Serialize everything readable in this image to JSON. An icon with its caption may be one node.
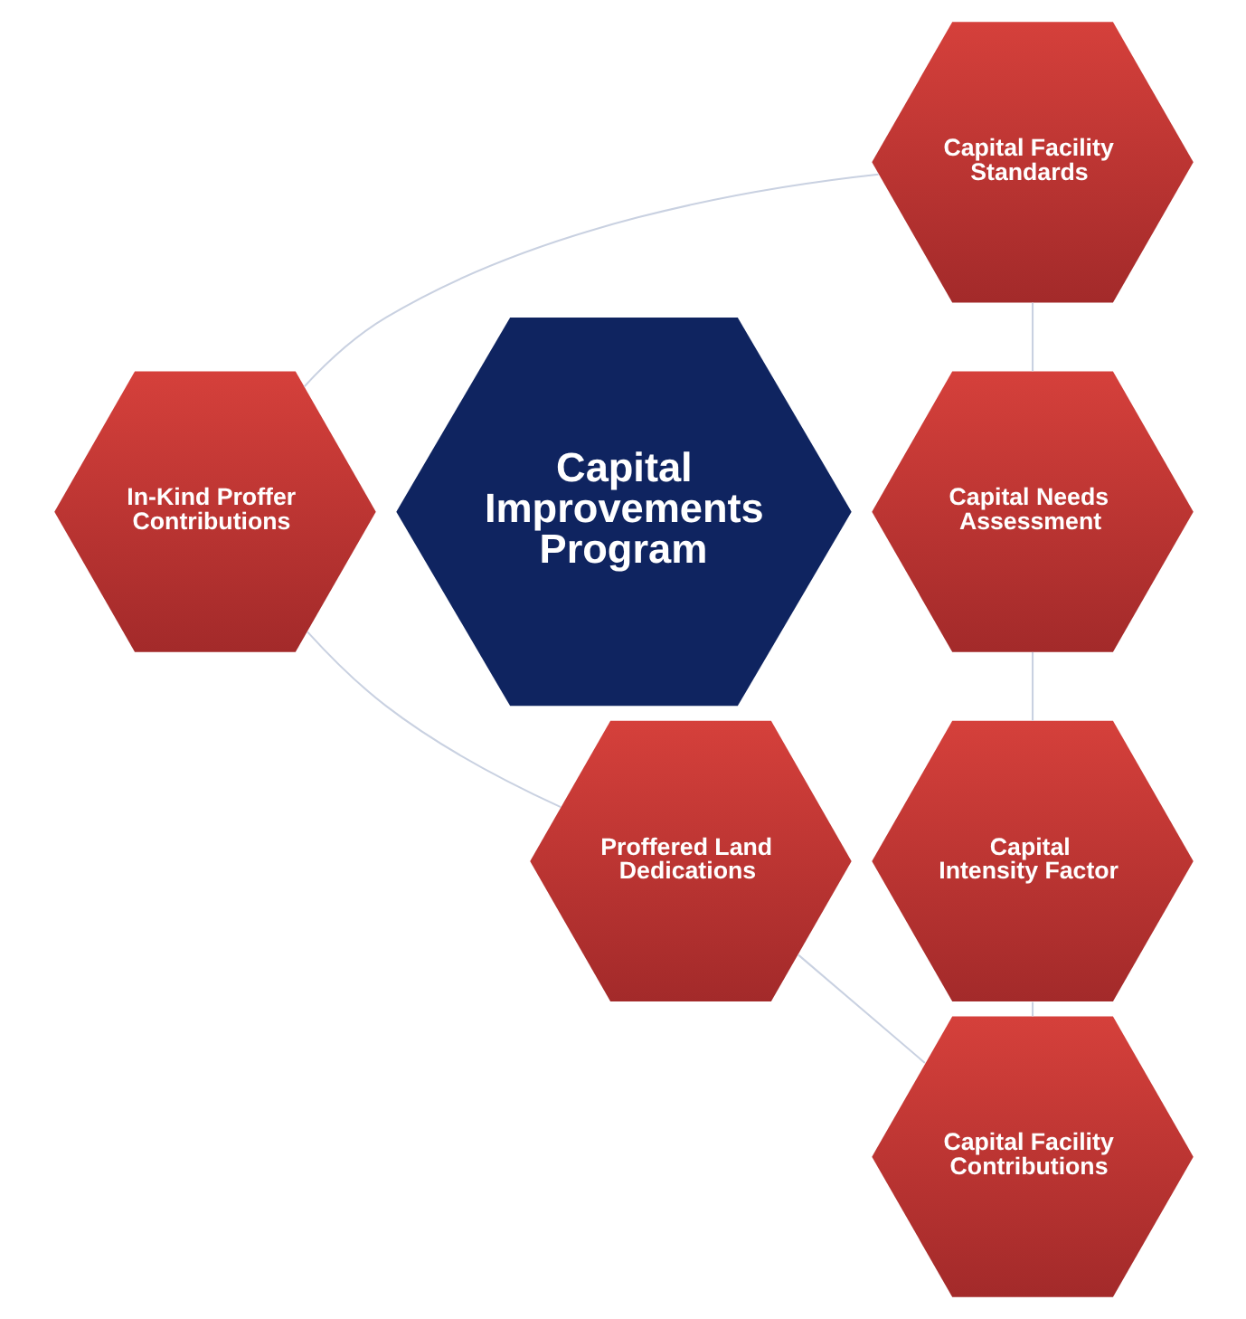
{
  "diagram": {
    "nodes": [
      {
        "text": [
          "Capital Improvements Program"
        ]
      },
      {
        "text": [
          "Capital Facility Standards"
        ]
      },
      {
        "text": [
          "Capital Needs Assessment"
        ]
      },
      {
        "text": [
          "Capital Intensity Factor"
        ]
      },
      {
        "text": [
          "Capital Facility Contributions"
        ]
      },
      {
        "text": [
          "Proffered Land Dedications"
        ]
      },
      {
        "text": [
          "In-Kind Proffer Contributions"
        ]
      }
    ],
    "edges": [
      {
        "from": 1,
        "to": 2,
        "arrow": "none",
        "color": "#c9d1e1"
      },
      {
        "from": 2,
        "to": 3,
        "arrow": "none",
        "color": "#c9d1e1"
      },
      {
        "from": 3,
        "to": 4,
        "arrow": "none",
        "color": "#c9d1e1"
      },
      {
        "from": 4,
        "to": 5,
        "arrow": "none",
        "color": "#c9d1e1"
      },
      {
        "from": 5,
        "to": 6,
        "arrow": "none",
        "color": "#c9d1e1"
      },
      {
        "from": 6,
        "to": 1,
        "arrow": "none",
        "color": "#c9d1e1"
      }
    ]
  }
}
